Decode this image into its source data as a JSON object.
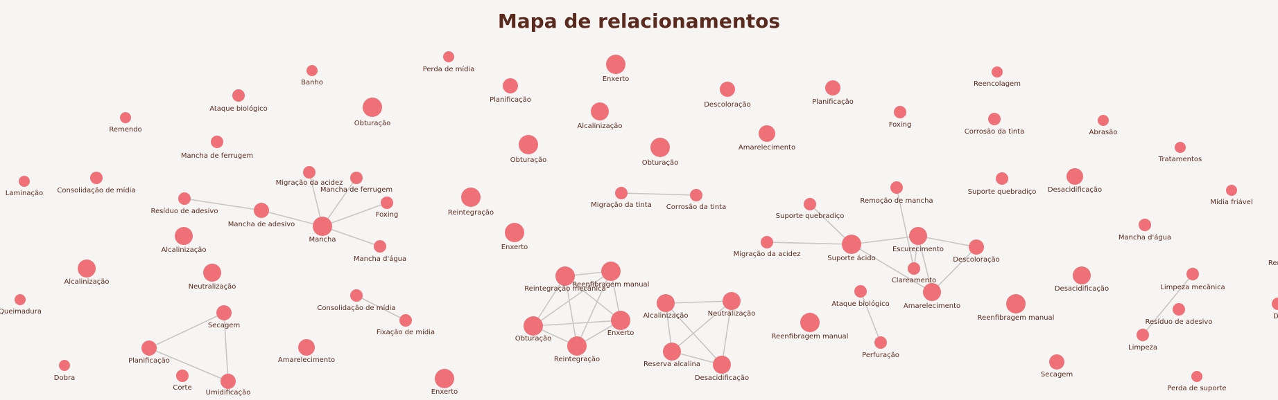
{
  "title": "Mapa de relacionamentos",
  "colors": {
    "node": "#f07078",
    "edge": "#c8c6c3",
    "label": "#5b2a1e",
    "background": "#f6f5f3",
    "title": "#5b2a1e"
  },
  "nodes": [
    {
      "id": "n1",
      "label": "Perda de mídia"
    },
    {
      "id": "n2",
      "label": "Enxerto"
    },
    {
      "id": "n3",
      "label": "Banho"
    },
    {
      "id": "n4",
      "label": "Planificação"
    },
    {
      "id": "n5",
      "label": "Descoloração"
    },
    {
      "id": "n6",
      "label": "Planificação"
    },
    {
      "id": "n7",
      "label": "Reencolagem"
    },
    {
      "id": "n8",
      "label": "Ataque biológico"
    },
    {
      "id": "n9",
      "label": "Obturação"
    },
    {
      "id": "n10",
      "label": "Alcalinização"
    },
    {
      "id": "n11",
      "label": "Foxing"
    },
    {
      "id": "n12",
      "label": "Remendo"
    },
    {
      "id": "n13",
      "label": "Corrosão da tinta"
    },
    {
      "id": "n14",
      "label": "Abrasão"
    },
    {
      "id": "n15",
      "label": "Mancha de ferrugem"
    },
    {
      "id": "n16",
      "label": "Obturação"
    },
    {
      "id": "n17",
      "label": "Obturação"
    },
    {
      "id": "n18",
      "label": "Amarelecimento"
    },
    {
      "id": "n19",
      "label": "Tratamentos"
    },
    {
      "id": "n20",
      "label": "Migração da acidez"
    },
    {
      "id": "n21",
      "label": "Mancha de ferrugem"
    },
    {
      "id": "n22",
      "label": "Laminação"
    },
    {
      "id": "n23",
      "label": "Consolidação de mídia"
    },
    {
      "id": "n24",
      "label": "Suporte quebradiço"
    },
    {
      "id": "n25",
      "label": "Desacidificação"
    },
    {
      "id": "n26",
      "label": "Remoção de mancha"
    },
    {
      "id": "n27",
      "label": "Mídia friável"
    },
    {
      "id": "n28",
      "label": "Resíduo de adesivo"
    },
    {
      "id": "n29",
      "label": "Reintegração"
    },
    {
      "id": "n30",
      "label": "Migração da tinta"
    },
    {
      "id": "n31",
      "label": "Corrosão da tinta"
    },
    {
      "id": "n32",
      "label": "Foxing"
    },
    {
      "id": "n33",
      "label": "Suporte quebradiço"
    },
    {
      "id": "n34",
      "label": "Mancha de adesivo"
    },
    {
      "id": "n35",
      "label": "Mancha"
    },
    {
      "id": "n36",
      "label": "Mancha d'água"
    },
    {
      "id": "n37",
      "label": "Alcalinização"
    },
    {
      "id": "n38",
      "label": "Enxerto"
    },
    {
      "id": "n39",
      "label": "Mancha d'água"
    },
    {
      "id": "n40",
      "label": "Migração da acidez"
    },
    {
      "id": "n41",
      "label": "Suporte ácido"
    },
    {
      "id": "n42",
      "label": "Escurecimento"
    },
    {
      "id": "n43",
      "label": "Descoloração"
    },
    {
      "id": "n44",
      "label": "Remoção"
    },
    {
      "id": "n45",
      "label": "Alcalinização"
    },
    {
      "id": "n46",
      "label": "Neutralização"
    },
    {
      "id": "n47",
      "label": "Clareamento"
    },
    {
      "id": "n48",
      "label": "Desacidificação"
    },
    {
      "id": "n49",
      "label": "Limpeza mecânica"
    },
    {
      "id": "n50",
      "label": "Queimadura"
    },
    {
      "id": "n51",
      "label": "Reintegração mecânica"
    },
    {
      "id": "n52",
      "label": "Reenfibragem manual"
    },
    {
      "id": "n53",
      "label": "Consolidação de mídia"
    },
    {
      "id": "n54",
      "label": "Ataque biológico"
    },
    {
      "id": "n55",
      "label": "Amarelecimento"
    },
    {
      "id": "n56",
      "label": "Secagem"
    },
    {
      "id": "n57",
      "label": "Alcalinização"
    },
    {
      "id": "n58",
      "label": "Neutralização"
    },
    {
      "id": "n59",
      "label": "Reenfibragem manual"
    },
    {
      "id": "n60",
      "label": "Resíduo de adesivo"
    },
    {
      "id": "n61",
      "label": "Da"
    },
    {
      "id": "n62",
      "label": "Fixação de mídia"
    },
    {
      "id": "n63",
      "label": "Obturação"
    },
    {
      "id": "n64",
      "label": "Enxerto"
    },
    {
      "id": "n65",
      "label": "Reenfibragem manual"
    },
    {
      "id": "n66",
      "label": "Limpeza"
    },
    {
      "id": "n67",
      "label": "Planificação"
    },
    {
      "id": "n68",
      "label": "Amarelecimento"
    },
    {
      "id": "n69",
      "label": "Reintegração"
    },
    {
      "id": "n70",
      "label": "Reserva alcalina"
    },
    {
      "id": "n71",
      "label": "Perfuração"
    },
    {
      "id": "n72",
      "label": "Desacidificação"
    },
    {
      "id": "n73",
      "label": "Dobra"
    },
    {
      "id": "n74",
      "label": "Secagem"
    },
    {
      "id": "n75",
      "label": "Corte"
    },
    {
      "id": "n76",
      "label": "Umidificação"
    },
    {
      "id": "n77",
      "label": "Enxerto"
    },
    {
      "id": "n78",
      "label": "Perda de suporte"
    }
  ],
  "edges": [
    [
      "n28",
      "n34"
    ],
    [
      "n34",
      "n35"
    ],
    [
      "n20",
      "n35"
    ],
    [
      "n21",
      "n35"
    ],
    [
      "n32",
      "n35"
    ],
    [
      "n36",
      "n35"
    ],
    [
      "n30",
      "n31"
    ],
    [
      "n33",
      "n41"
    ],
    [
      "n40",
      "n41"
    ],
    [
      "n41",
      "n42"
    ],
    [
      "n41",
      "n55"
    ],
    [
      "n26",
      "n47"
    ],
    [
      "n42",
      "n43"
    ],
    [
      "n42",
      "n47"
    ],
    [
      "n42",
      "n55"
    ],
    [
      "n43",
      "n55"
    ],
    [
      "n54",
      "n71"
    ],
    [
      "n49",
      "n66"
    ],
    [
      "n53",
      "n62"
    ],
    [
      "n56",
      "n67"
    ],
    [
      "n56",
      "n76"
    ],
    [
      "n67",
      "n76"
    ],
    [
      "n51",
      "n52"
    ],
    [
      "n51",
      "n63"
    ],
    [
      "n51",
      "n64"
    ],
    [
      "n51",
      "n69"
    ],
    [
      "n52",
      "n63"
    ],
    [
      "n52",
      "n64"
    ],
    [
      "n52",
      "n69"
    ],
    [
      "n63",
      "n64"
    ],
    [
      "n63",
      "n69"
    ],
    [
      "n64",
      "n69"
    ],
    [
      "n57",
      "n58"
    ],
    [
      "n57",
      "n70"
    ],
    [
      "n57",
      "n72"
    ],
    [
      "n58",
      "n70"
    ],
    [
      "n58",
      "n72"
    ],
    [
      "n70",
      "n72"
    ]
  ]
}
